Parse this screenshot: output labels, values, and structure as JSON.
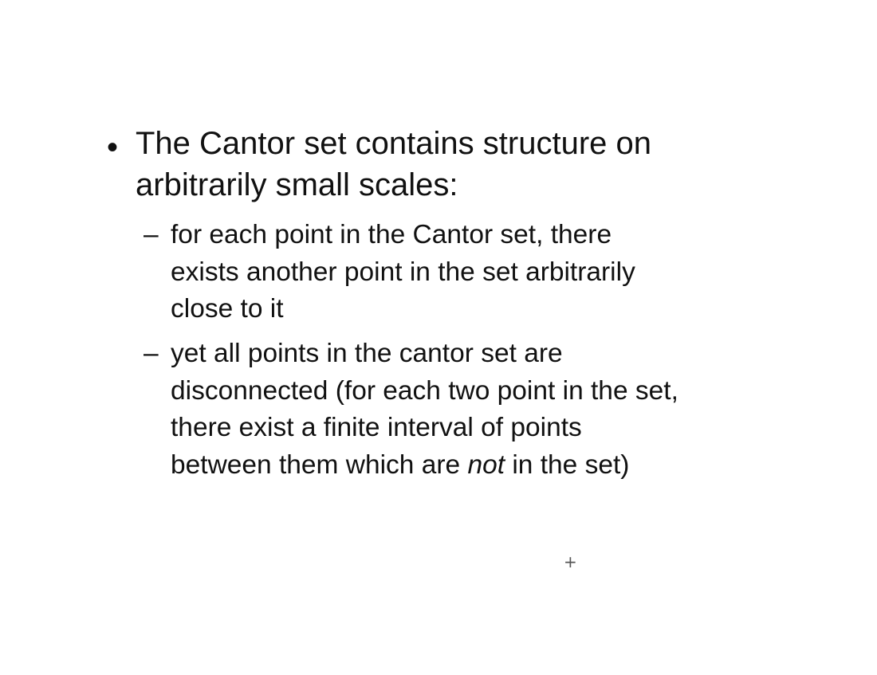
{
  "slide": {
    "bullet": {
      "marker": "•",
      "lines": [
        "The Cantor set contains structure on",
        "arbitrarily small scales:"
      ]
    },
    "subitems": [
      {
        "marker": "–",
        "lines": [
          "for each point in the Cantor set, there",
          "exists another point in the set arbitrarily",
          "close to it"
        ]
      },
      {
        "marker": "–",
        "lines": [
          "yet all points in the cantor set are",
          "disconnected (for each two point in the set,",
          "there exist a finite interval of points"
        ],
        "last_line_before": "between them which are ",
        "last_line_emphasis": "not",
        "last_line_after": " in the set)"
      }
    ]
  },
  "cursor": {
    "icon": "crosshair-cursor-icon",
    "glyph": "+"
  }
}
